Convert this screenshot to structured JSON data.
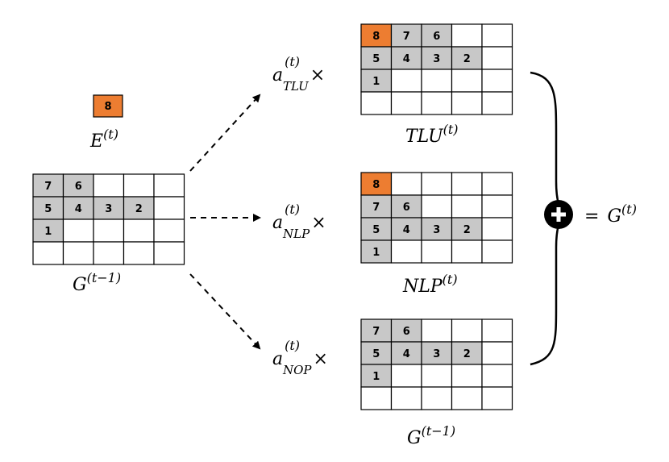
{
  "colors": {
    "new_cell": "#ED7D31",
    "filled_cell": "#C8C8C8",
    "empty_cell": "#FFFFFF",
    "line": "#000000",
    "plus_circle": "#000000"
  },
  "new_item": {
    "value": "8",
    "label": "E",
    "label_sup": "(t)"
  },
  "input_grid": {
    "name": "G",
    "sup": "(t−1)",
    "cells": [
      [
        "7",
        "6",
        "",
        "",
        ""
      ],
      [
        "5",
        "4",
        "3",
        "2",
        ""
      ],
      [
        "1",
        "",
        "",
        "",
        ""
      ],
      [
        "",
        "",
        "",
        "",
        ""
      ]
    ],
    "highlight": []
  },
  "branches": [
    {
      "coef": "a",
      "coef_sup": "(t)",
      "coef_sub": "TLU",
      "times": "×",
      "title": "TLU",
      "title_sup": "(t)",
      "cells": [
        [
          "8",
          "7",
          "6",
          "",
          ""
        ],
        [
          "5",
          "4",
          "3",
          "2",
          ""
        ],
        [
          "1",
          "",
          "",
          "",
          ""
        ],
        [
          "",
          "",
          "",
          "",
          ""
        ]
      ],
      "highlight": [
        [
          0,
          0
        ]
      ]
    },
    {
      "coef": "a",
      "coef_sup": "(t)",
      "coef_sub": "NLP",
      "times": "×",
      "title": "NLP",
      "title_sup": "(t)",
      "cells": [
        [
          "8",
          "",
          "",
          "",
          ""
        ],
        [
          "7",
          "6",
          "",
          "",
          ""
        ],
        [
          "5",
          "4",
          "3",
          "2",
          ""
        ],
        [
          "1",
          "",
          "",
          "",
          ""
        ]
      ],
      "highlight": [
        [
          0,
          0
        ]
      ]
    },
    {
      "coef": "a",
      "coef_sup": "(t)",
      "coef_sub": "NOP",
      "times": "×",
      "title": "G",
      "title_sup": "(t−1)",
      "cells": [
        [
          "7",
          "6",
          "",
          "",
          ""
        ],
        [
          "5",
          "4",
          "3",
          "2",
          ""
        ],
        [
          "1",
          "",
          "",
          "",
          ""
        ],
        [
          "",
          "",
          "",
          "",
          ""
        ]
      ],
      "highlight": []
    }
  ],
  "result": {
    "equals": "=",
    "label": "G",
    "sup": "(t)",
    "plus_icon": "plus-circle-icon"
  }
}
